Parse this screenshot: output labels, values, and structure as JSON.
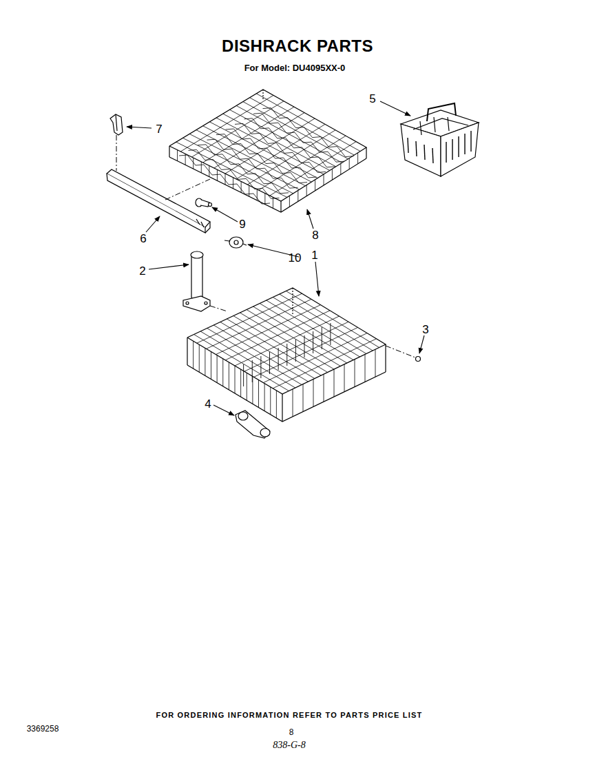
{
  "diagram": {
    "title": "DISHRACK PARTS",
    "labels": [
      "For Model: DU4095XX-0",
      "5",
      "7",
      "9",
      "8",
      "6",
      "10",
      "2",
      "1",
      "3",
      "4",
      "FOR ORDERING INFORMATION REFER TO PARTS PRICE LIST",
      "3369258",
      "8",
      "838-G-8"
    ]
  }
}
